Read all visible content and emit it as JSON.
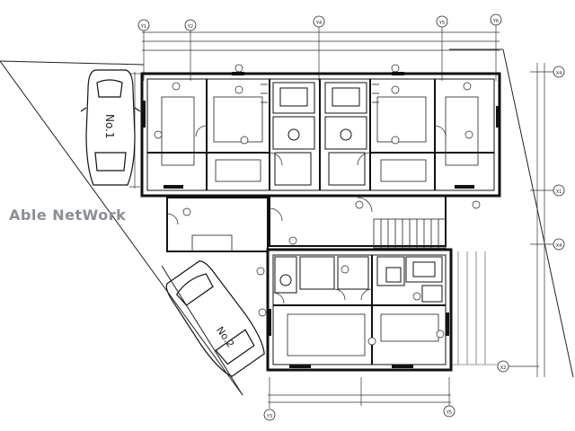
{
  "watermark": "Able NetWork",
  "grid": {
    "top": [
      "Y1",
      "Y2",
      "Y4",
      "Y5",
      "Y6"
    ],
    "bottom": [
      "Y3",
      "Y5"
    ],
    "right": [
      "X4",
      "X1",
      "X4",
      "X2"
    ]
  },
  "cars": [
    {
      "label": "No.1"
    },
    {
      "label": "No.2"
    }
  ],
  "colors": {
    "line": "#1a1a1a",
    "fill": "#ffffff",
    "watermark": "#8a8f96"
  }
}
